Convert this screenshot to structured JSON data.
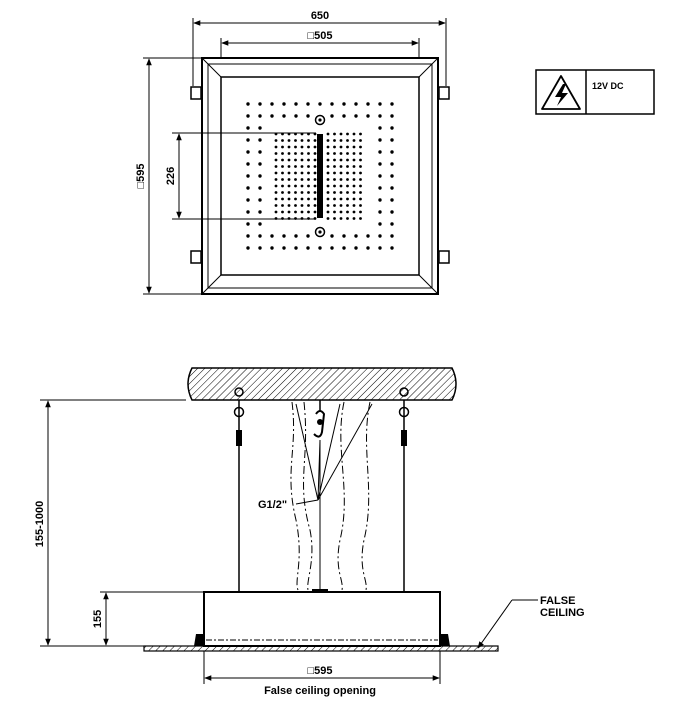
{
  "top_view": {
    "dim_overall_width": "650",
    "dim_inner_width": "□505",
    "dim_height": "□595",
    "dim_nozzle_block": "226"
  },
  "side_view": {
    "dim_suspension": "155-1000",
    "dim_body_height": "155",
    "dim_opening": "□595",
    "label_inlet": "G1/2\"",
    "label_false_ceiling_line1": "FALSE",
    "label_false_ceiling_line2": "CEILING",
    "label_opening": "False ceiling opening"
  },
  "warning": {
    "voltage_label": "12V DC",
    "icon": "high-voltage-icon"
  }
}
